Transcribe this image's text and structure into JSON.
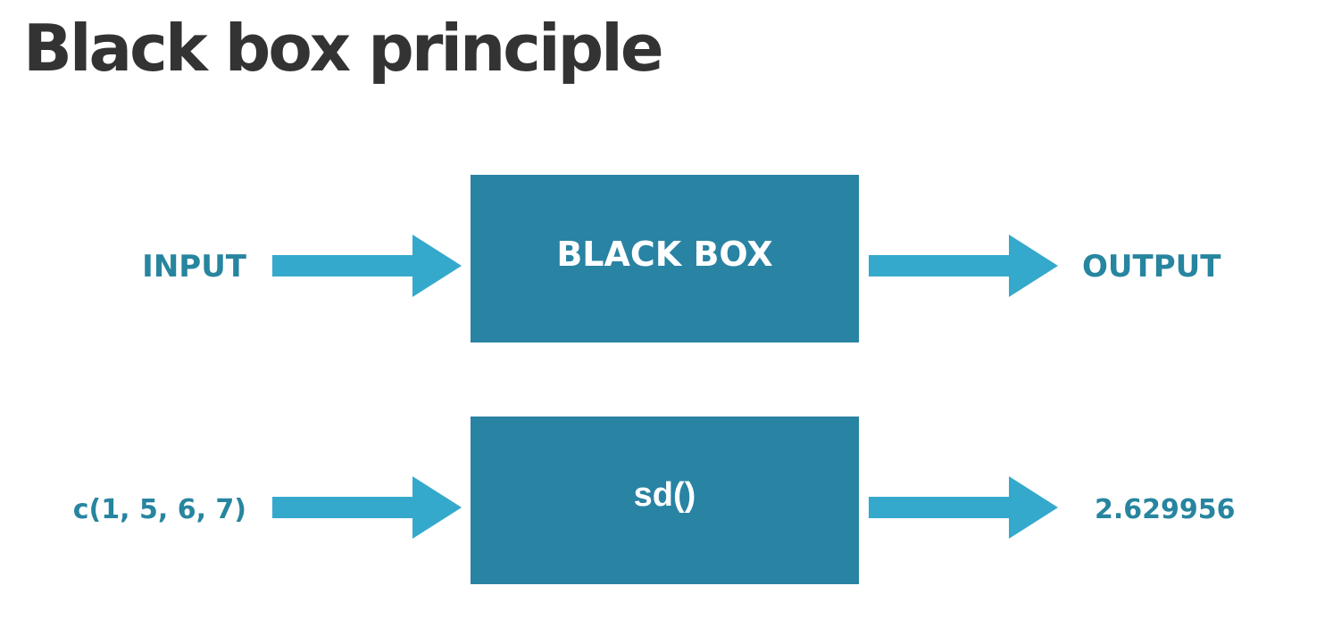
{
  "title": "Black box principle",
  "diagram": {
    "accent_color": "#2983a3",
    "label_color": "#27859f",
    "arrow_color": "#35a9cc",
    "rows": [
      {
        "input": "INPUT",
        "box": "BLACK BOX",
        "output": "OUTPUT"
      },
      {
        "input": "c(1, 5, 6, 7)",
        "box": "sd()",
        "output": "2.629956"
      }
    ]
  }
}
